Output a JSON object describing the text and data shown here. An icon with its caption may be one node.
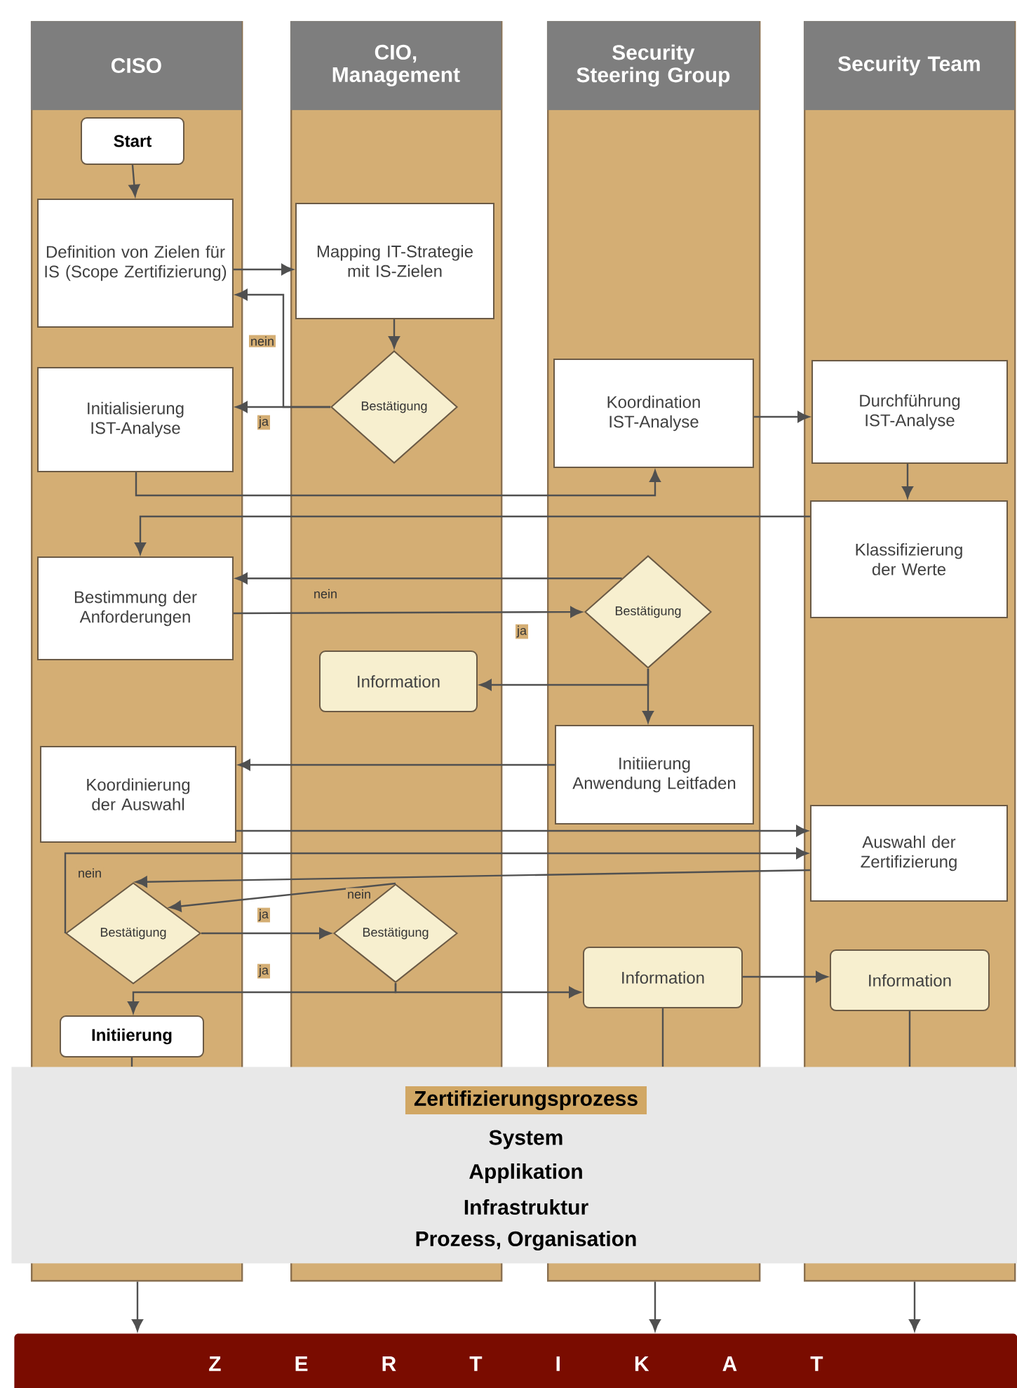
{
  "diagram": {
    "nodes": [
      {
        "text": [
          "CISO"
        ]
      },
      {
        "text": [
          "Start"
        ],
        "in": 0
      },
      {
        "text": [
          "Definition von Zielen für IS (Scope Zertifizierung)"
        ],
        "in": 0
      },
      {
        "text": [
          "Initialisierung IST-Analyse"
        ],
        "in": 0
      },
      {
        "text": [
          "Bestimmung der Anforderungen"
        ],
        "in": 0
      },
      {
        "text": [
          "Koordinierung der Auswahl"
        ],
        "in": 0
      },
      {
        "text": [
          "Bestätigung"
        ],
        "in": 0
      },
      {
        "text": [
          "Initiierung"
        ],
        "in": 0
      },
      {
        "text": [
          "CIO, Management"
        ]
      },
      {
        "text": [
          "Mapping IT-Strategie mit IS-Zielen"
        ],
        "in": 8
      },
      {
        "text": [
          "Bestätigung"
        ],
        "in": 8
      },
      {
        "text": [
          "Information"
        ],
        "in": 8
      },
      {
        "text": [
          "Bestätigung"
        ],
        "in": 8
      },
      {
        "text": [
          "Security Steering Group"
        ]
      },
      {
        "text": [
          "Koordination IST-Analyse"
        ],
        "in": 13
      },
      {
        "text": [
          "Bestätigung"
        ],
        "in": 13
      },
      {
        "text": [
          "Initiierung Anwendung Leitfaden"
        ],
        "in": 13
      },
      {
        "text": [
          "Information"
        ],
        "in": 13
      },
      {
        "text": [
          "Security Team"
        ]
      },
      {
        "text": [
          "Durchführung IST-Analyse"
        ],
        "in": 18
      },
      {
        "text": [
          "Klassifizierung der Werte"
        ],
        "in": 18
      },
      {
        "text": [
          "Auswahl der Zertifizierung"
        ],
        "in": 18
      },
      {
        "text": [
          "Information"
        ],
        "in": 18
      },
      {
        "text": [
          "Zertifizierungsprozess",
          "System",
          "Applikation",
          "Infrastruktur",
          "Prozess, Organisation"
        ]
      },
      {
        "text": [
          "Z E R T I K A T"
        ]
      }
    ],
    "edges": [
      {
        "from": 1,
        "to": 2,
        "arrow": "to"
      },
      {
        "from": 2,
        "to": 9,
        "arrow": "to"
      },
      {
        "from": 10,
        "to": 2,
        "arrow": "to",
        "label": "nein"
      },
      {
        "from": 10,
        "to": 3,
        "arrow": "to",
        "label": "ja"
      },
      {
        "from": 9,
        "to": 10,
        "arrow": "to"
      },
      {
        "from": 3,
        "to": 14,
        "arrow": "to"
      },
      {
        "from": 14,
        "to": 19,
        "arrow": "to"
      },
      {
        "from": 19,
        "to": 20,
        "arrow": "to"
      },
      {
        "from": 20,
        "to": 4,
        "arrow": "to"
      },
      {
        "from": 15,
        "to": 4,
        "arrow": "to",
        "label": "nein"
      },
      {
        "from": 4,
        "to": 15,
        "arrow": "to",
        "label": "ja"
      },
      {
        "from": 15,
        "to": 11,
        "arrow": "to"
      },
      {
        "from": 15,
        "to": 16,
        "arrow": "to"
      },
      {
        "from": 16,
        "to": 5,
        "arrow": "to"
      },
      {
        "from": 5,
        "to": 21,
        "arrow": "to"
      },
      {
        "from": 6,
        "to": 21,
        "arrow": "to",
        "label": "nein"
      },
      {
        "from": 21,
        "to": 6,
        "arrow": "to"
      },
      {
        "from": 12,
        "to": 6,
        "arrow": "to",
        "label": "nein"
      },
      {
        "from": 6,
        "to": 12,
        "arrow": "to",
        "label": "ja"
      },
      {
        "from": 12,
        "to": 7,
        "arrow": "to",
        "label": "ja"
      },
      {
        "from": 12,
        "to": 17,
        "arrow": "to"
      },
      {
        "from": 17,
        "to": 22,
        "arrow": "to"
      },
      {
        "from": 7,
        "to": 23,
        "arrow": "none"
      },
      {
        "from": 17,
        "to": 23,
        "arrow": "none"
      },
      {
        "from": 22,
        "to": 23,
        "arrow": "none"
      },
      {
        "from": 0,
        "to": 24,
        "arrow": "to"
      },
      {
        "from": 13,
        "to": 24,
        "arrow": "to"
      },
      {
        "from": 18,
        "to": 24,
        "arrow": "to"
      }
    ]
  }
}
